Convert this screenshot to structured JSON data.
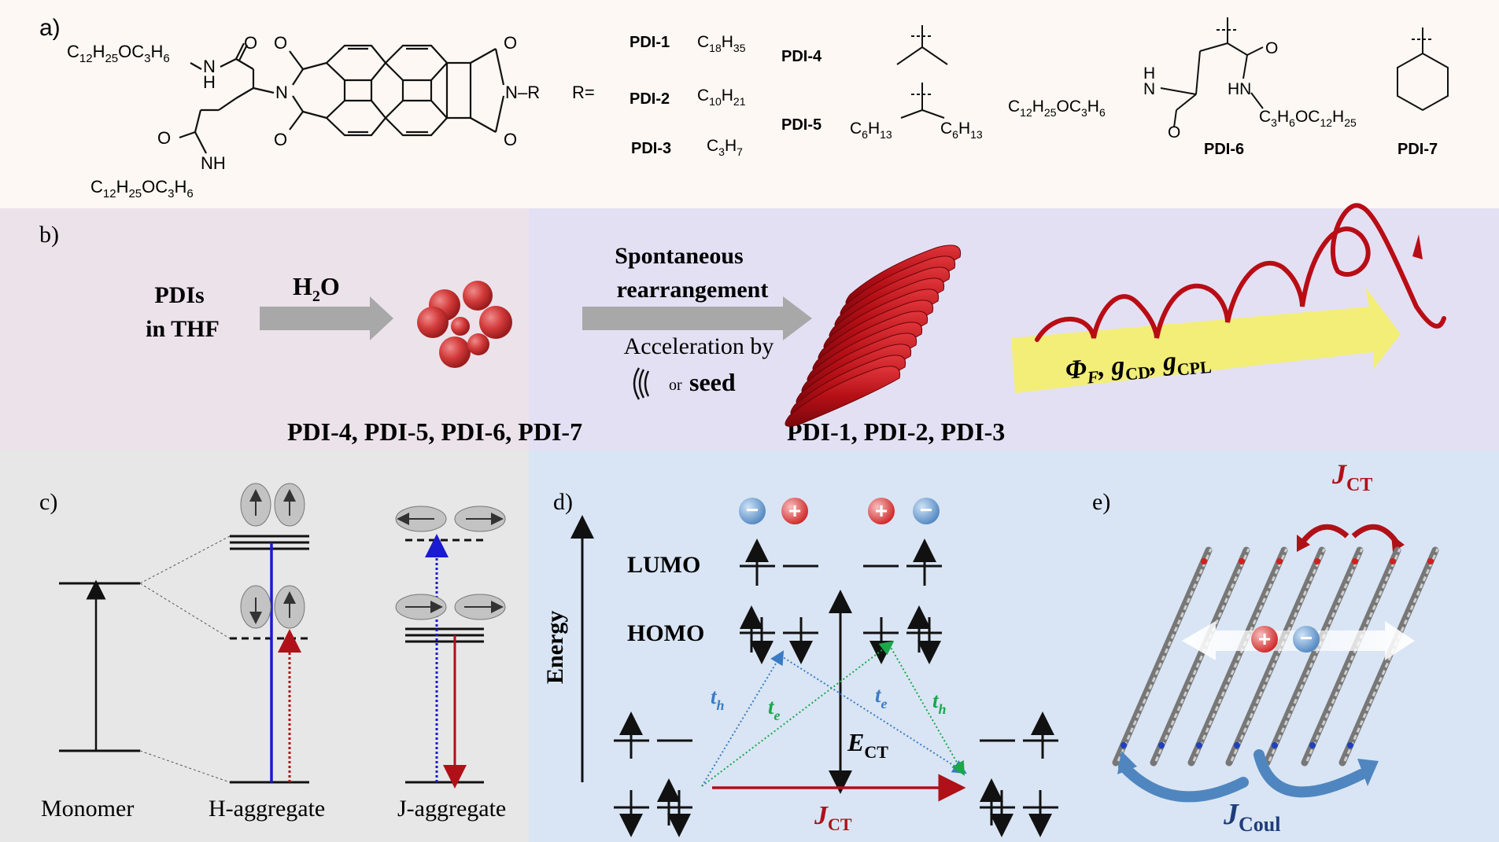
{
  "panels": {
    "a": {
      "label": "a)",
      "chem": {
        "chain_top": [
          "C",
          "12",
          "H",
          "25",
          "OC",
          "3",
          "H",
          "6"
        ],
        "chain_bottom": [
          "C",
          "12",
          "H",
          "25",
          "OC",
          "3",
          "H",
          "6"
        ],
        "nh": "N",
        "h": "H",
        "o": "O",
        "n": "N",
        "nh_bottom": "NH",
        "r_group": "–R",
        "r_eq": "R=",
        "pdi6_left_chain": [
          "C",
          "12",
          "H",
          "25",
          "OC",
          "3",
          "H",
          "6"
        ],
        "pdi6_right_chain": [
          "C",
          "3",
          "H",
          "6",
          "OC",
          "12",
          "H",
          "25"
        ],
        "pdi6_n": "N",
        "pdi6_h": "H",
        "pdi6_hn": "HN",
        "pdi6_o1": "O",
        "pdi6_o2": "O",
        "pdi5_left": [
          "C",
          "6",
          "H",
          "13"
        ],
        "pdi5_right": [
          "C",
          "6",
          "H",
          "13"
        ]
      },
      "derivatives": [
        {
          "name": "PDI-1",
          "formula": [
            "C",
            "18",
            "H",
            "35"
          ]
        },
        {
          "name": "PDI-2",
          "formula": [
            "C",
            "10",
            "H",
            "21"
          ]
        },
        {
          "name": "PDI-3",
          "formula": [
            "C",
            "3",
            "H",
            "7"
          ]
        },
        {
          "name": "PDI-4"
        },
        {
          "name": "PDI-5"
        },
        {
          "name": "PDI-6"
        },
        {
          "name": "PDI-7"
        }
      ]
    },
    "b": {
      "label": "b)",
      "pdis_line1": "PDIs",
      "pdis_line2": "in THF",
      "water": [
        "H",
        "2",
        "O"
      ],
      "spont_line1": "Spontaneous",
      "spont_line2": "rearrangement",
      "accel": "Acceleration by",
      "or": "or",
      "seed": "seed",
      "left_caption": "PDI-4, PDI-5, PDI-6, PDI-7",
      "right_caption": "PDI-1, PDI-2, PDI-3",
      "arrow_text": {
        "phi": "Φ",
        "phi_sub": "F",
        "g1": "g",
        "g1_sub": "CD",
        "g2": "g",
        "g2_sub": "CPL",
        "sep": ","
      }
    },
    "c": {
      "label": "c)",
      "monomer": "Monomer",
      "h_aggregate": "H-aggregate",
      "j_aggregate": "J-aggregate"
    },
    "d": {
      "label": "d)",
      "energy": "Energy",
      "lumo": "LUMO",
      "homo": "HOMO",
      "th": "t",
      "th_sub": "h",
      "te": "t",
      "te_sub": "e",
      "ect": "E",
      "ect_sub": "CT",
      "jct": "J",
      "jct_sub": "CT",
      "plus": "+",
      "minus": "−"
    },
    "e": {
      "label": "e)",
      "jct": "J",
      "jct_sub": "CT",
      "jcoul": "J",
      "jcoul_sub": "Coul"
    }
  },
  "colors": {
    "panel_a_bg": "#fdf8f3",
    "panel_b_left_bg": "#ece2ea",
    "panel_b_right_bg": "#e4e0f3",
    "panel_c_bg": "#e7e7e7",
    "panel_de_bg": "#d9e5f4",
    "helix_red": "#c0111a",
    "arrow_yellow": "#f2ee78",
    "dark_red": "#b01018",
    "blue_line": "#1a1ad0",
    "transfer_blue": "#3a7cc4",
    "transfer_green": "#1aa84a",
    "navy": "#1f3d7a"
  }
}
